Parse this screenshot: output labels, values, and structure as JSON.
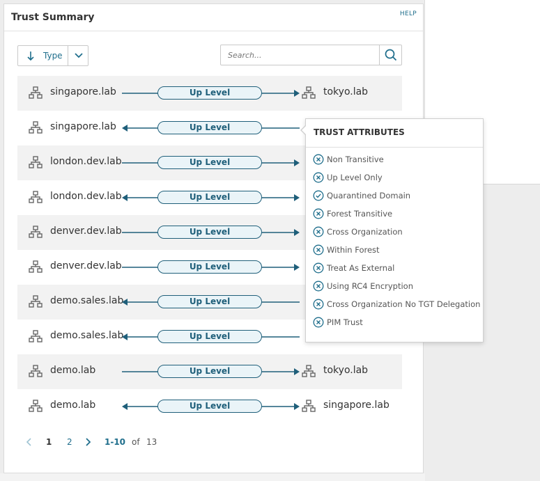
{
  "panel": {
    "title": "Trust Summary",
    "help_label": "HELP"
  },
  "sort": {
    "label": "Type",
    "direction": "descending"
  },
  "search": {
    "placeholder": "Search..."
  },
  "trust_rows": [
    {
      "source": "singapore.lab",
      "target": "tokyo.lab",
      "level": "Up Level",
      "direction": "outbound"
    },
    {
      "source": "singapore.lab",
      "target": "",
      "level": "Up Level",
      "direction": "inbound"
    },
    {
      "source": "london.dev.lab",
      "target": "",
      "level": "Up Level",
      "direction": "outbound"
    },
    {
      "source": "london.dev.lab",
      "target": "",
      "level": "Up Level",
      "direction": "bidirectional"
    },
    {
      "source": "denver.dev.lab",
      "target": "",
      "level": "Up Level",
      "direction": "outbound"
    },
    {
      "source": "denver.dev.lab",
      "target": "",
      "level": "Up Level",
      "direction": "outbound"
    },
    {
      "source": "demo.sales.lab",
      "target": "",
      "level": "Up Level",
      "direction": "inbound"
    },
    {
      "source": "demo.sales.lab",
      "target": "",
      "level": "Up Level",
      "direction": "inbound"
    },
    {
      "source": "demo.lab",
      "target": "tokyo.lab",
      "level": "Up Level",
      "direction": "outbound"
    },
    {
      "source": "demo.lab",
      "target": "singapore.lab",
      "level": "Up Level",
      "direction": "bidirectional"
    }
  ],
  "pagination": {
    "pages": [
      "1",
      "2"
    ],
    "current_page": "1",
    "range": "1-10",
    "of_label": "of",
    "total": "13"
  },
  "trust_attributes": {
    "title": "TRUST ATTRIBUTES",
    "items": [
      {
        "label": "Non Transitive",
        "enabled": false
      },
      {
        "label": "Up Level Only",
        "enabled": false
      },
      {
        "label": "Quarantined Domain",
        "enabled": true
      },
      {
        "label": "Forest Transitive",
        "enabled": false
      },
      {
        "label": "Cross Organization",
        "enabled": false
      },
      {
        "label": "Within Forest",
        "enabled": false
      },
      {
        "label": "Treat As External",
        "enabled": false
      },
      {
        "label": "Using RC4 Encryption",
        "enabled": false
      },
      {
        "label": "Cross Organization No TGT Delegation",
        "enabled": false
      },
      {
        "label": "PIM Trust",
        "enabled": false
      }
    ]
  },
  "colors": {
    "accent": "#1f6e8c",
    "line": "#1f5f7a",
    "icon_gray": "#666666",
    "row_shade": "#f2f2f2"
  }
}
